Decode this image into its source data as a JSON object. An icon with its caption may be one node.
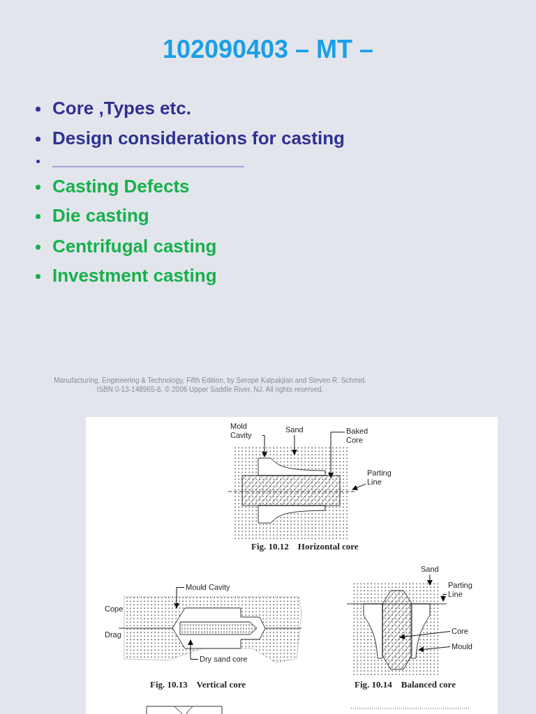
{
  "diagram": {
    "title": "102090403 – MT –",
    "nodes": [
      {
        "text": [
          "Mold Cavity"
        ]
      },
      {
        "text": [
          "Sand"
        ]
      },
      {
        "text": [
          "Baked Core"
        ]
      },
      {
        "text": [
          "Parting Line"
        ]
      },
      {
        "text": [
          "Mould Cavity"
        ]
      },
      {
        "text": [
          "Dry sand core"
        ]
      },
      {
        "text": [
          "Sand"
        ]
      },
      {
        "text": [
          "Parting Line"
        ]
      },
      {
        "text": [
          "Core"
        ]
      },
      {
        "text": [
          "Mould"
        ]
      },
      {
        "text": [],
        "shape": "picture",
        "beside": [
          "Fig. 10.12    Horizontal core"
        ]
      },
      {
        "text": [],
        "shape": "picture",
        "beside": [
          "Cope",
          "Drag",
          "Fig. 10.13    Vertical core"
        ]
      },
      {
        "text": [],
        "shape": "picture",
        "beside": [
          "Fig. 10.14    Balanced core"
        ]
      }
    ],
    "edges": [
      {
        "from": 0,
        "to": 10,
        "arrow": "to"
      },
      {
        "from": 1,
        "to": 10,
        "arrow": "to"
      },
      {
        "from": 2,
        "to": 10,
        "arrow": "to"
      },
      {
        "from": 3,
        "to": 10,
        "arrow": "to"
      },
      {
        "from": 4,
        "to": 11,
        "arrow": "to"
      },
      {
        "from": 5,
        "to": 11,
        "arrow": "to"
      },
      {
        "from": 6,
        "to": 12,
        "arrow": "to"
      },
      {
        "from": 7,
        "to": 12,
        "arrow": "to"
      },
      {
        "from": 8,
        "to": 12,
        "arrow": "to"
      },
      {
        "from": 9,
        "to": 12,
        "arrow": "to"
      }
    ],
    "labels": [
      "Core ,Types etc.",
      "Design considerations for casting",
      "Casting Defects",
      "Die casting",
      "Centrifugal casting",
      "Investment casting",
      "Manufacturing, Engineering & Technology, Fifth Edition, by Serope Kalpakjian and Steven R. Schmid.",
      "ISBN 0-13-148965-8. © 2006 Upper Saddle River, NJ.  All rights reserved."
    ]
  }
}
